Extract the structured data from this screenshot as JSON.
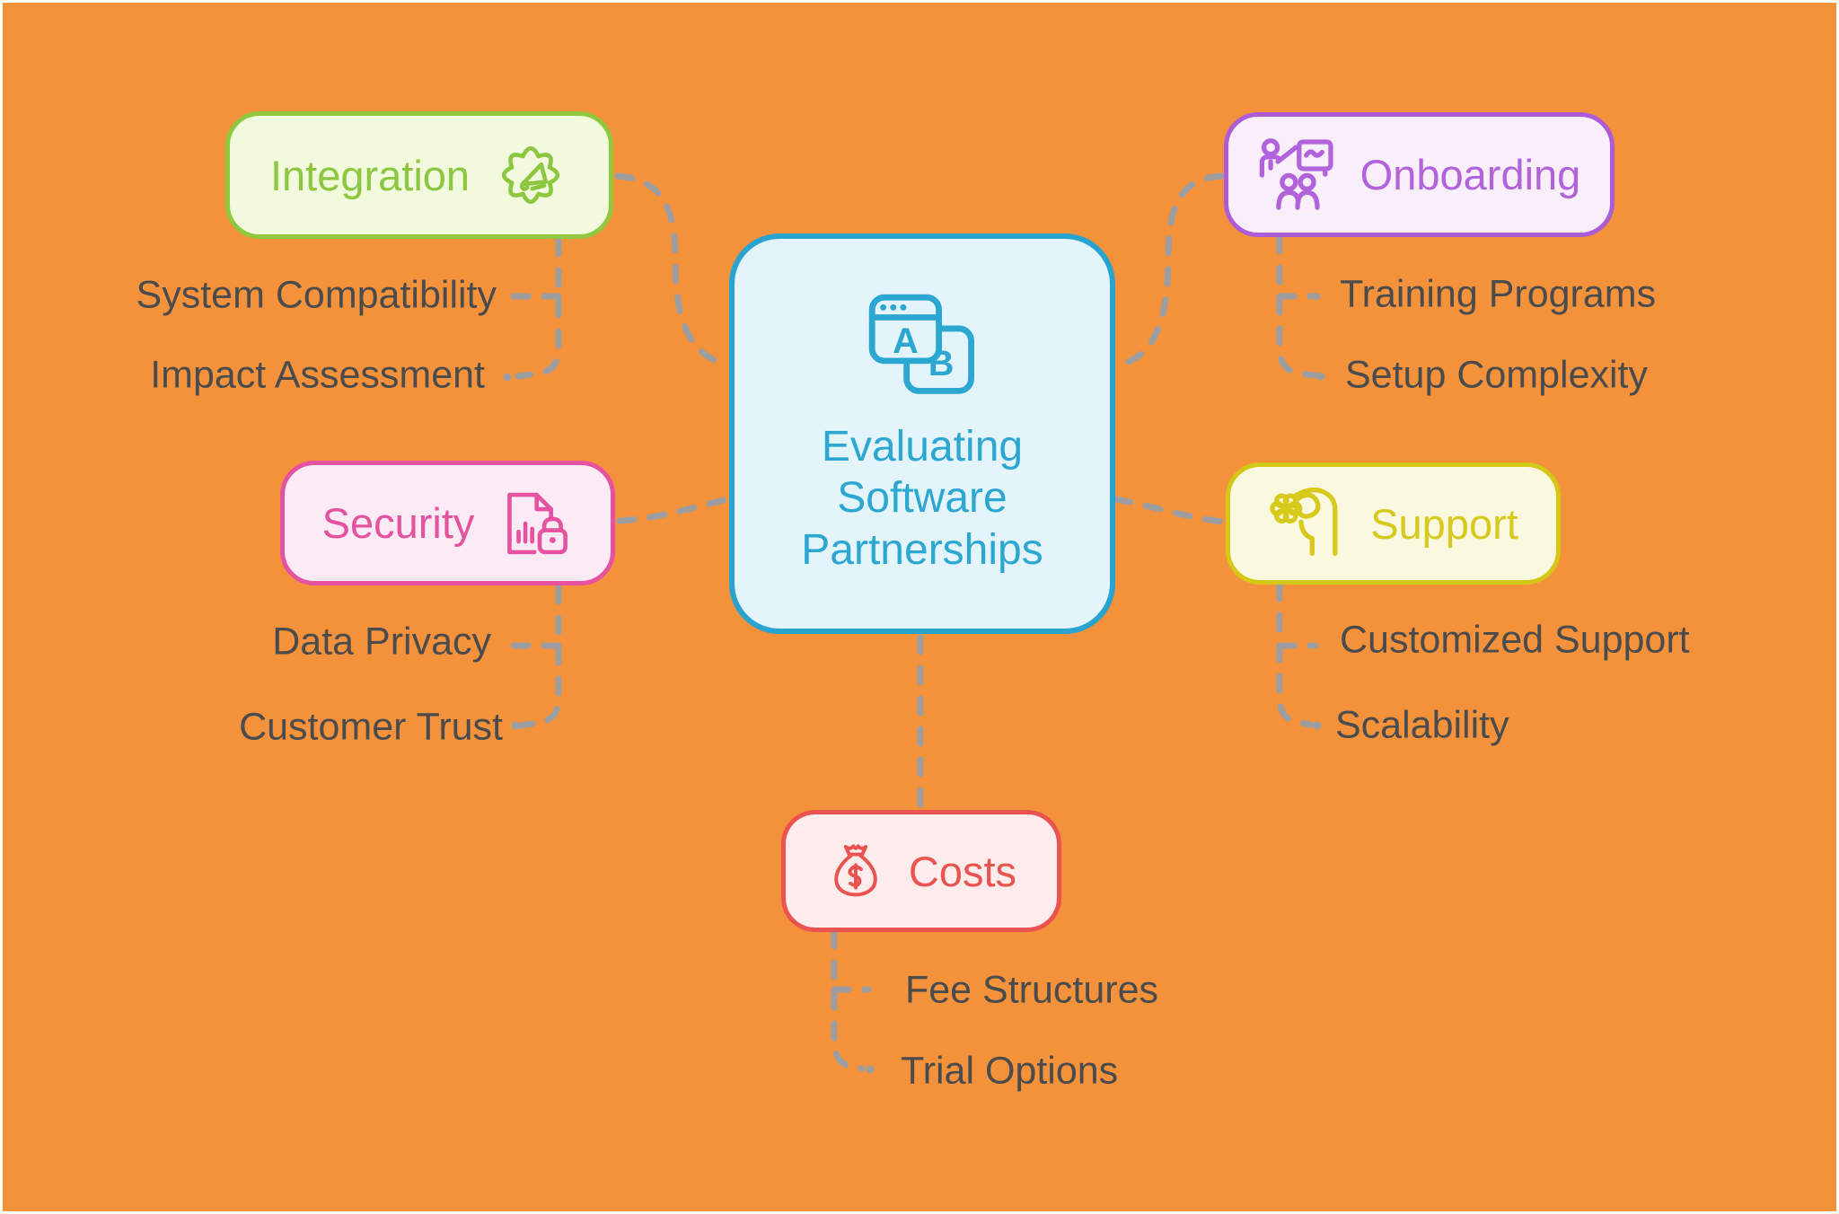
{
  "canvas": {
    "background": "#F4923C",
    "frame": "#FFFFFF",
    "connector_color": "#9C9EA1",
    "sub_label_color": "#4A4B4D"
  },
  "center": {
    "label": "Evaluating Software Partnerships",
    "icon": "ab-comparison-windows-icon",
    "colors": {
      "border": "#29A3CF",
      "bg": "#E4F4FB",
      "text": "#2BA7D2"
    }
  },
  "branches": {
    "integration": {
      "label": "Integration",
      "icon": "gear-megaphone-icon",
      "colors": {
        "border": "#8FC73F",
        "bg": "#F1FADC",
        "text": "#8DC63F"
      },
      "children": [
        "System Compatibility",
        "Impact Assessment"
      ]
    },
    "onboarding": {
      "label": "Onboarding",
      "icon": "training-presentation-icon",
      "colors": {
        "border": "#AD5BD6",
        "bg": "#F8EFFB",
        "text": "#B263DC"
      },
      "children": [
        "Training Programs",
        "Setup Complexity"
      ]
    },
    "security": {
      "label": "Security",
      "icon": "document-lock-icon",
      "colors": {
        "border": "#E452A0",
        "bg": "#FCEBF5",
        "text": "#E452A0"
      },
      "children": [
        "Data Privacy",
        "Customer Trust"
      ]
    },
    "support": {
      "label": "Support",
      "icon": "hand-holding-gear-icon",
      "colors": {
        "border": "#D5C716",
        "bg": "#FBF8E0",
        "text": "#D8C91D"
      },
      "children": [
        "Customized Support",
        "Scalability"
      ]
    },
    "costs": {
      "label": "Costs",
      "icon": "money-bag-icon",
      "colors": {
        "border": "#EA5450",
        "bg": "#FDECEB",
        "text": "#EA5450"
      },
      "children": [
        "Fee Structures",
        "Trial Options"
      ]
    }
  }
}
